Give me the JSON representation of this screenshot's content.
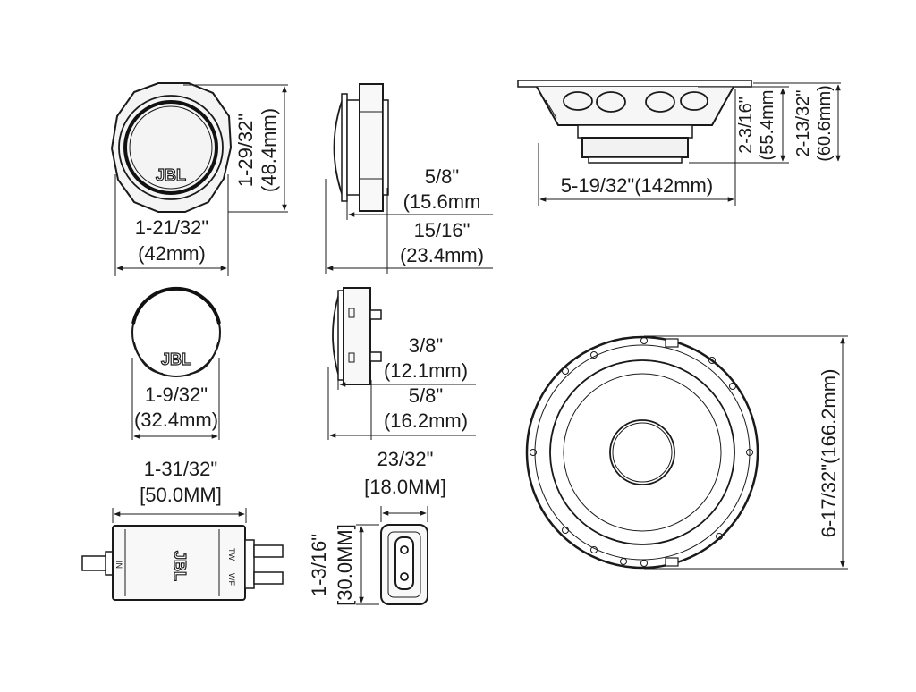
{
  "brand": "JBL",
  "tweeter_front": {
    "height_inch": "1-29/32\"",
    "height_mm": "(48.4mm)",
    "width_inch": "1-21/32\"",
    "width_mm": "(42mm)"
  },
  "tweeter_side": {
    "depth1_inch": "5/8\"",
    "depth1_mm": "(15.6mm",
    "depth2_inch": "15/16\"",
    "depth2_mm": "(23.4mm)"
  },
  "tweeter_flush": {
    "width_inch": "1-9/32\"",
    "width_mm": "(32.4mm)"
  },
  "tweeter_flush_side": {
    "depth1_inch": "3/8\"",
    "depth1_mm": "(12.1mm)",
    "depth2_inch": "5/8\"",
    "depth2_mm": "(16.2mm)"
  },
  "woofer_side": {
    "width_inch": "5-19/32\"",
    "width_mm": "(142mm)",
    "depth1_inch": "2-3/16\"",
    "depth1_mm": "(55.4mm",
    "depth2_inch": "2-13/32\"",
    "depth2_mm": "(60.6mm)"
  },
  "woofer_front": {
    "diameter": "6-17/32\"(166.2mm)"
  },
  "crossover": {
    "length_inch": "1-31/32\"",
    "length_mm": "[50.0MM]",
    "width_inch": "23/32\"",
    "width_mm": "[18.0MM]",
    "height_inch": "1-3/16\"",
    "height_mm": "[30.0MM]",
    "label_in": "IN",
    "label_tw": "TW",
    "label_wf": "WF"
  }
}
